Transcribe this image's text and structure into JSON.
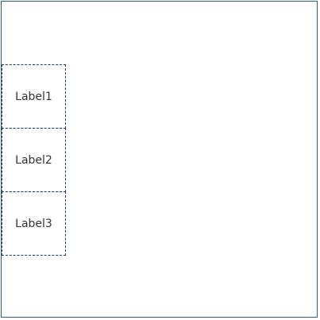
{
  "labels": [
    "Label1",
    "Label2",
    "Label3"
  ]
}
